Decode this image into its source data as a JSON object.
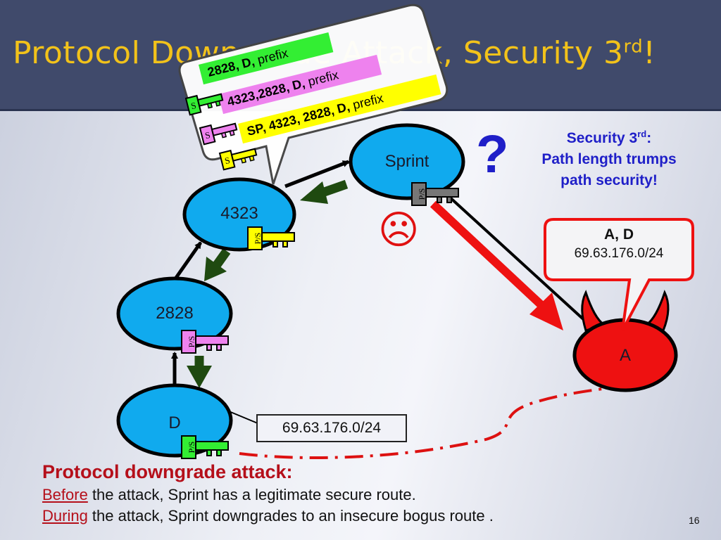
{
  "slide": {
    "title_main": "Protocol Downgrade Attack, Security 3",
    "title_sup": "rd",
    "title_end": "!",
    "page_number": "16"
  },
  "nodes": {
    "sprint": "Sprint",
    "as4323": "4323",
    "as2828": "2828",
    "d": "D",
    "attacker": "A"
  },
  "key_labels": {
    "ps": "P/S",
    "s": "S"
  },
  "callout_routes": [
    {
      "bold": "2828, D,",
      "rest": " prefix",
      "color": "#33ee33"
    },
    {
      "bold": "4323,2828, D,",
      "rest": " prefix",
      "color": "#ee82ee"
    },
    {
      "bold": "SP, 4323, 2828, D,",
      "rest": " prefix",
      "color": "#ffff00"
    }
  ],
  "question_mark": "?",
  "security_note": {
    "line1_main": "Security 3",
    "line1_sup": "rd",
    "line1_end": ":",
    "line2": "Path length trumps",
    "line3": "path security!"
  },
  "attacker_announcement": {
    "title": "A, D",
    "prefix": "69.63.176.0/24"
  },
  "origin_prefix": "69.63.176.0/24",
  "smiley": "☹",
  "bottom": {
    "heading": "Protocol downgrade attack:",
    "before_word": "Before",
    "before_rest": " the attack, Sprint has a legitimate secure route.",
    "during_word": "During",
    "during_rest": " the attack, Sprint downgrades to an insecure bogus route ."
  },
  "colors": {
    "title": "#f2c21a",
    "title_bar": "#404a6b",
    "node_fill": "#10aaee",
    "attacker_fill": "#ee1111",
    "accent_blue": "#1f1fc8",
    "accent_red": "#b50f1a",
    "arrow_green": "#1f4a10",
    "key_green": "#33ee33",
    "key_pink": "#ee82ee",
    "key_yellow": "#ffff00",
    "key_gray": "#777777"
  }
}
